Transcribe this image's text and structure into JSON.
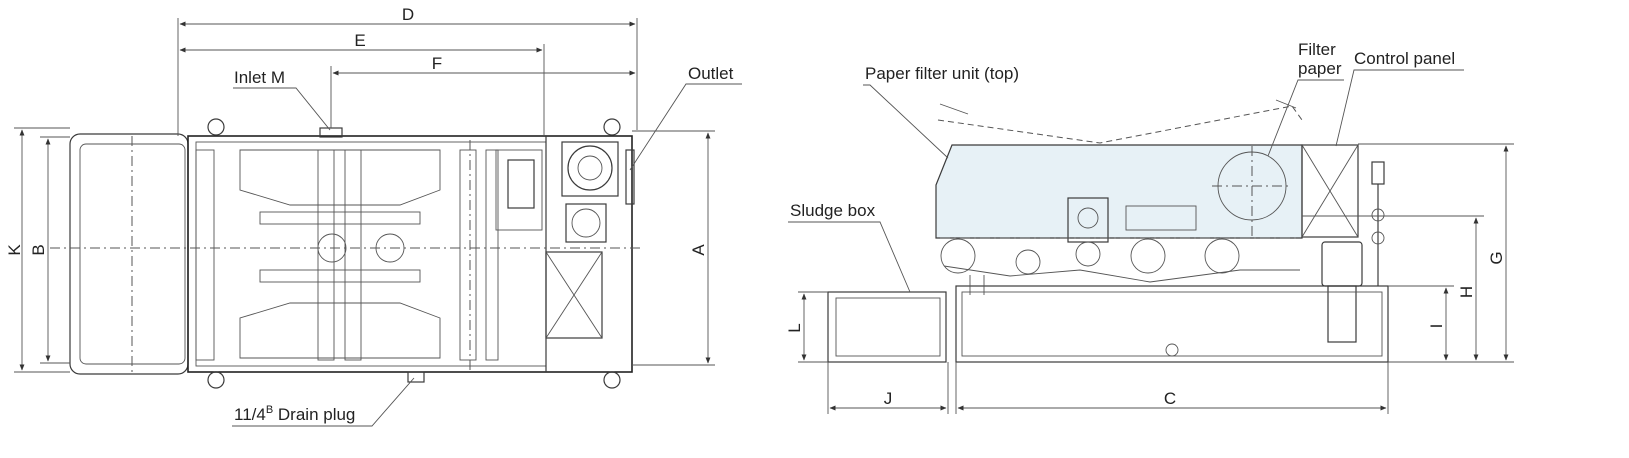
{
  "labels": {
    "inlet": "Inlet M",
    "outlet": "Outlet",
    "drain_prefix": "11/4",
    "drain_sup": "B",
    "drain_suffix": " Drain plug",
    "paper_filter_unit": "Paper filter unit (top)",
    "filter_paper_line1": "Filter",
    "filter_paper_line2": "paper",
    "control_panel": "Control panel",
    "sludge_box": "Sludge box"
  },
  "dimensions": {
    "D": "D",
    "E": "E",
    "F": "F",
    "K": "K",
    "B": "B",
    "A": "A",
    "G": "G",
    "H": "H",
    "I": "I",
    "L": "L",
    "J": "J",
    "C": "C"
  },
  "colors": {
    "line": "#3b3b3b",
    "tank_fill": "#e7f1f6"
  }
}
